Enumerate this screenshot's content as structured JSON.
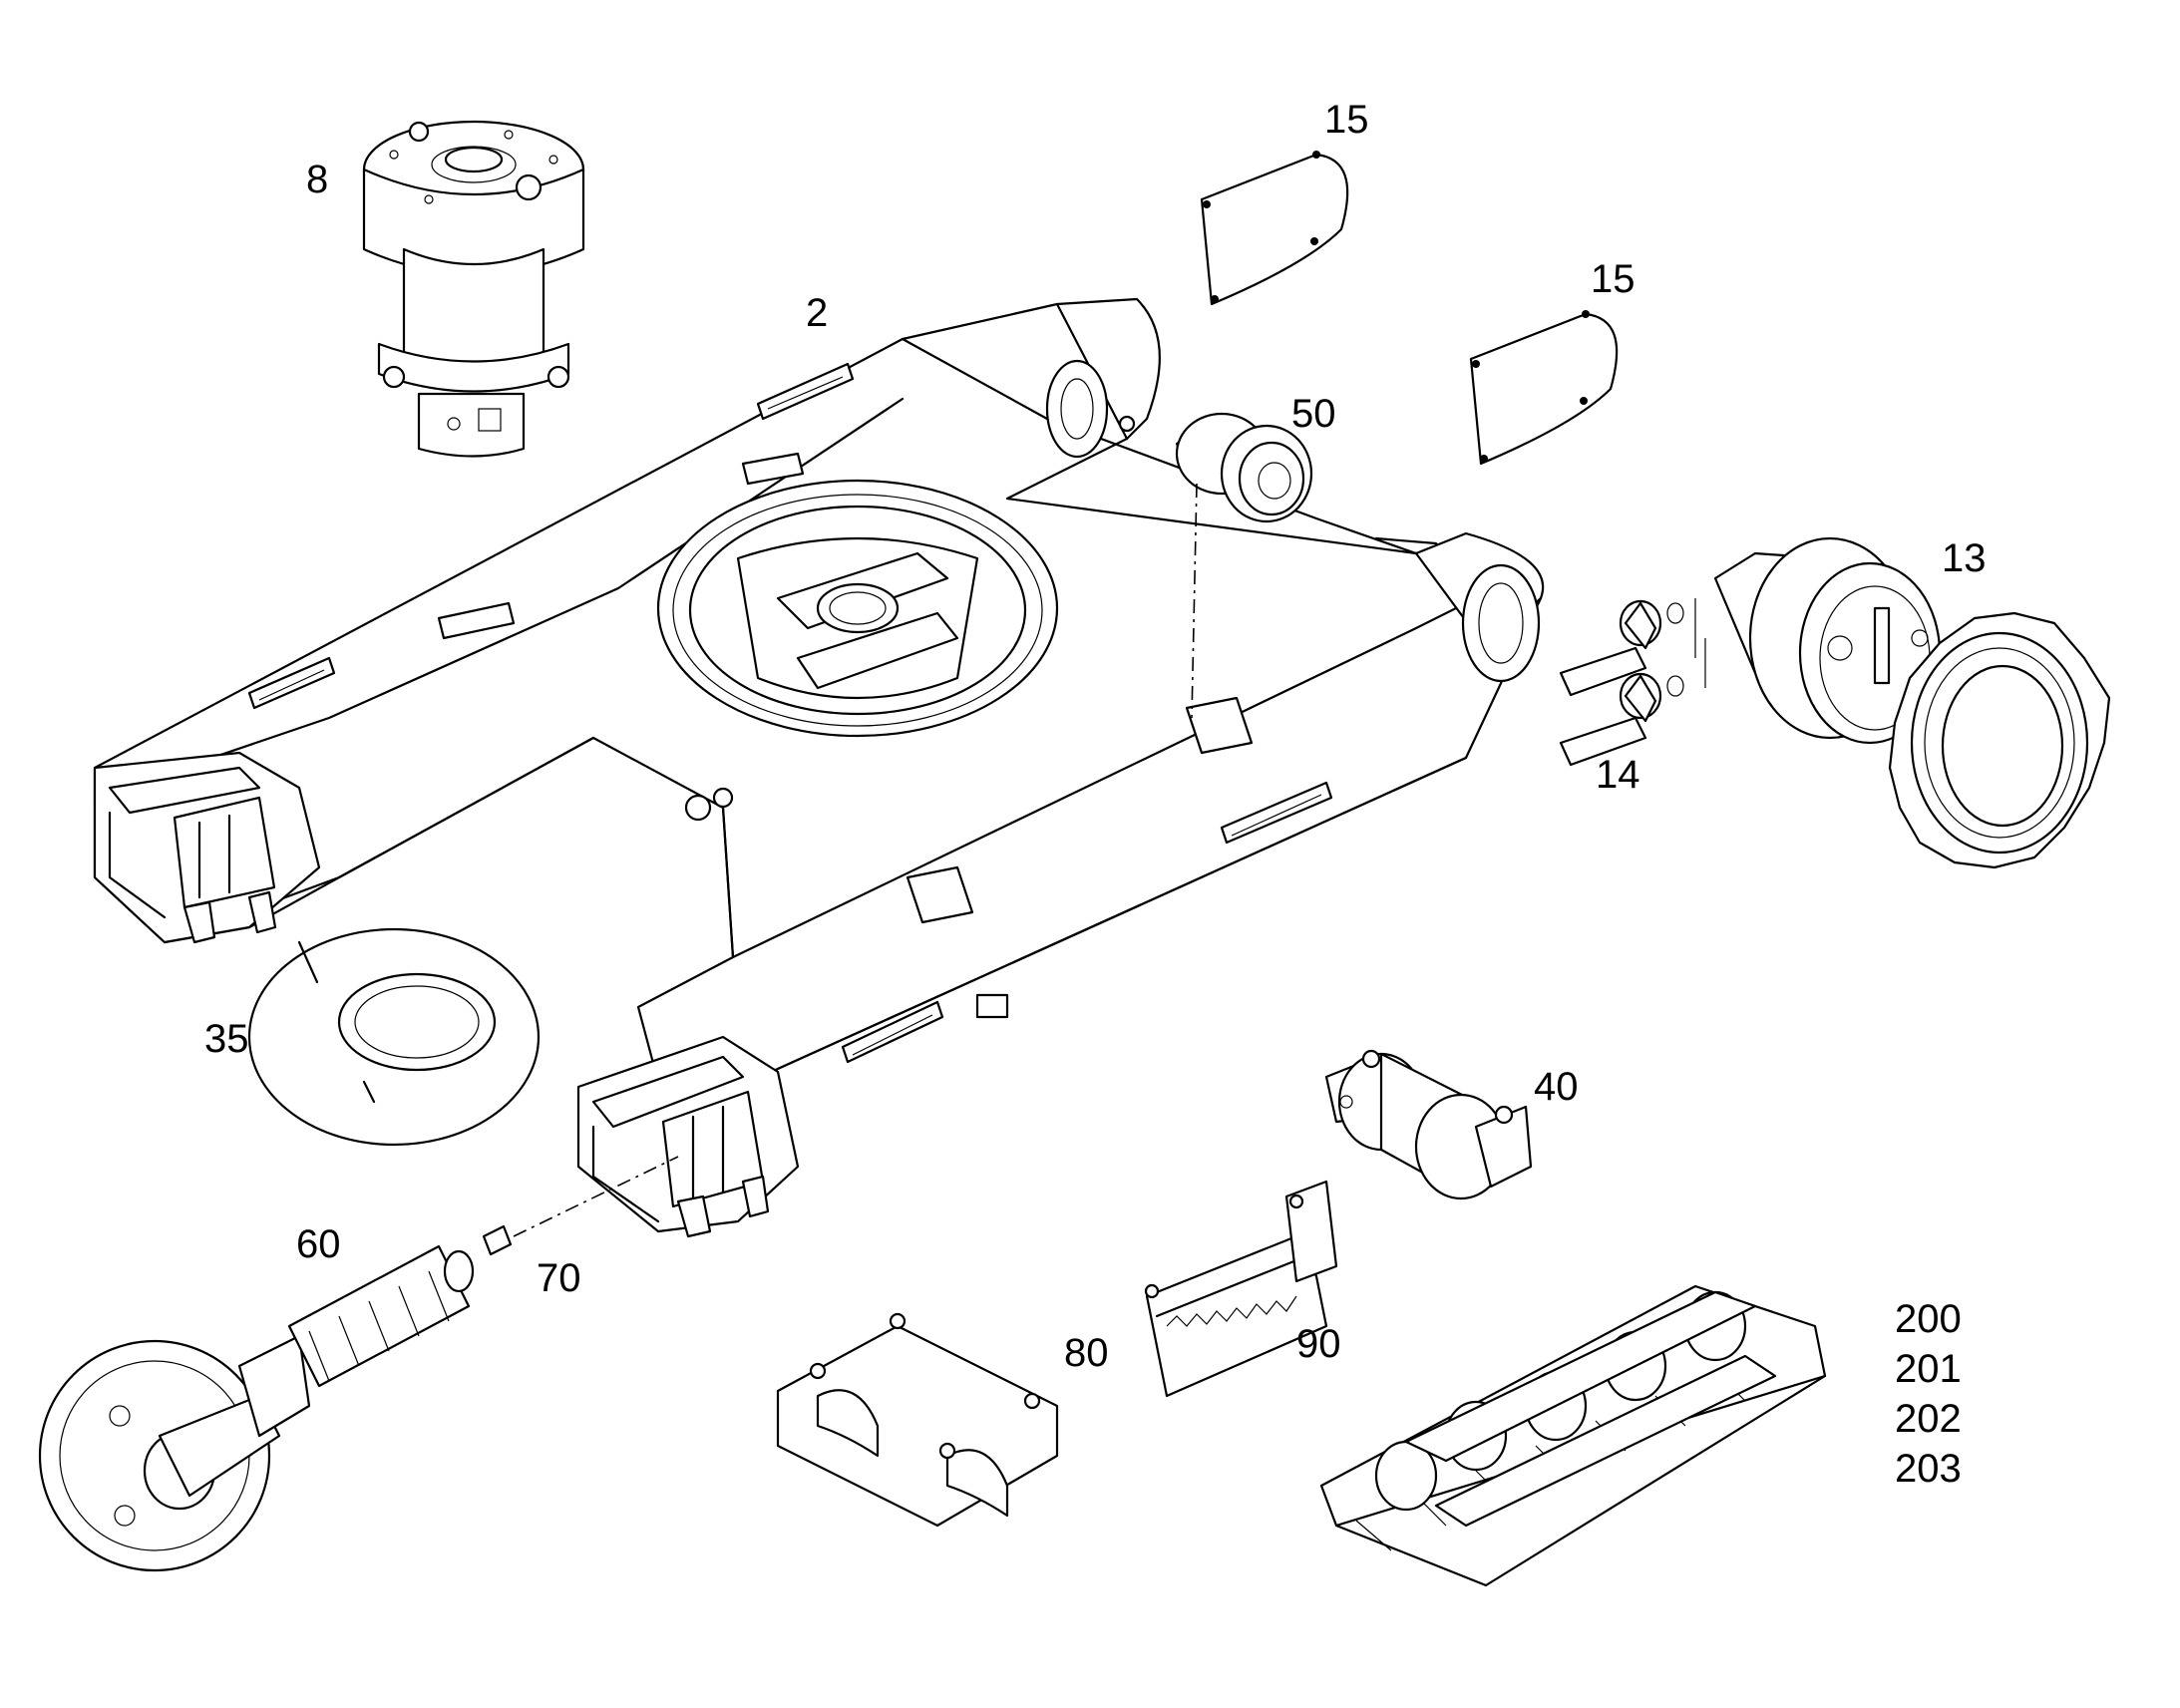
{
  "callouts": {
    "c2": "2",
    "c8": "8",
    "c13": "13",
    "c14": "14",
    "c15a": "15",
    "c15b": "15",
    "c35": "35",
    "c40": "40",
    "c50": "50",
    "c60": "60",
    "c70": "70",
    "c80": "80",
    "c90": "90",
    "c200": "200",
    "c201": "201",
    "c202": "202",
    "c203": "203"
  }
}
